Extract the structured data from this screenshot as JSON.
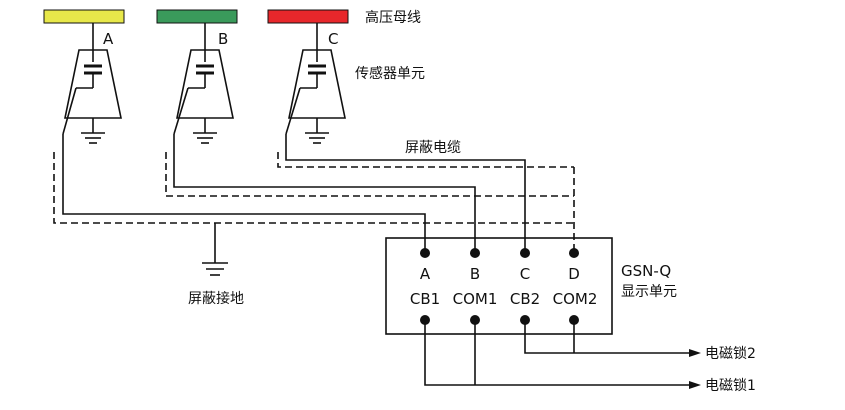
{
  "busbar": {
    "label": "高压母线",
    "phases": [
      {
        "letter": "A",
        "color": "#e8e84a"
      },
      {
        "letter": "B",
        "color": "#3a9a5b"
      },
      {
        "letter": "C",
        "color": "#e8272b"
      }
    ]
  },
  "sensor_label": "传感器单元",
  "shield_cable_label": "屏蔽电缆",
  "shield_ground_label": "屏蔽接地",
  "display_unit": {
    "model": "GSN-Q",
    "name": "显示单元",
    "top_terminals": [
      "A",
      "B",
      "C",
      "D"
    ],
    "bottom_terminals": [
      "CB1",
      "COM1",
      "CB2",
      "COM2"
    ]
  },
  "locks": [
    "电磁锁2",
    "电磁锁1"
  ]
}
